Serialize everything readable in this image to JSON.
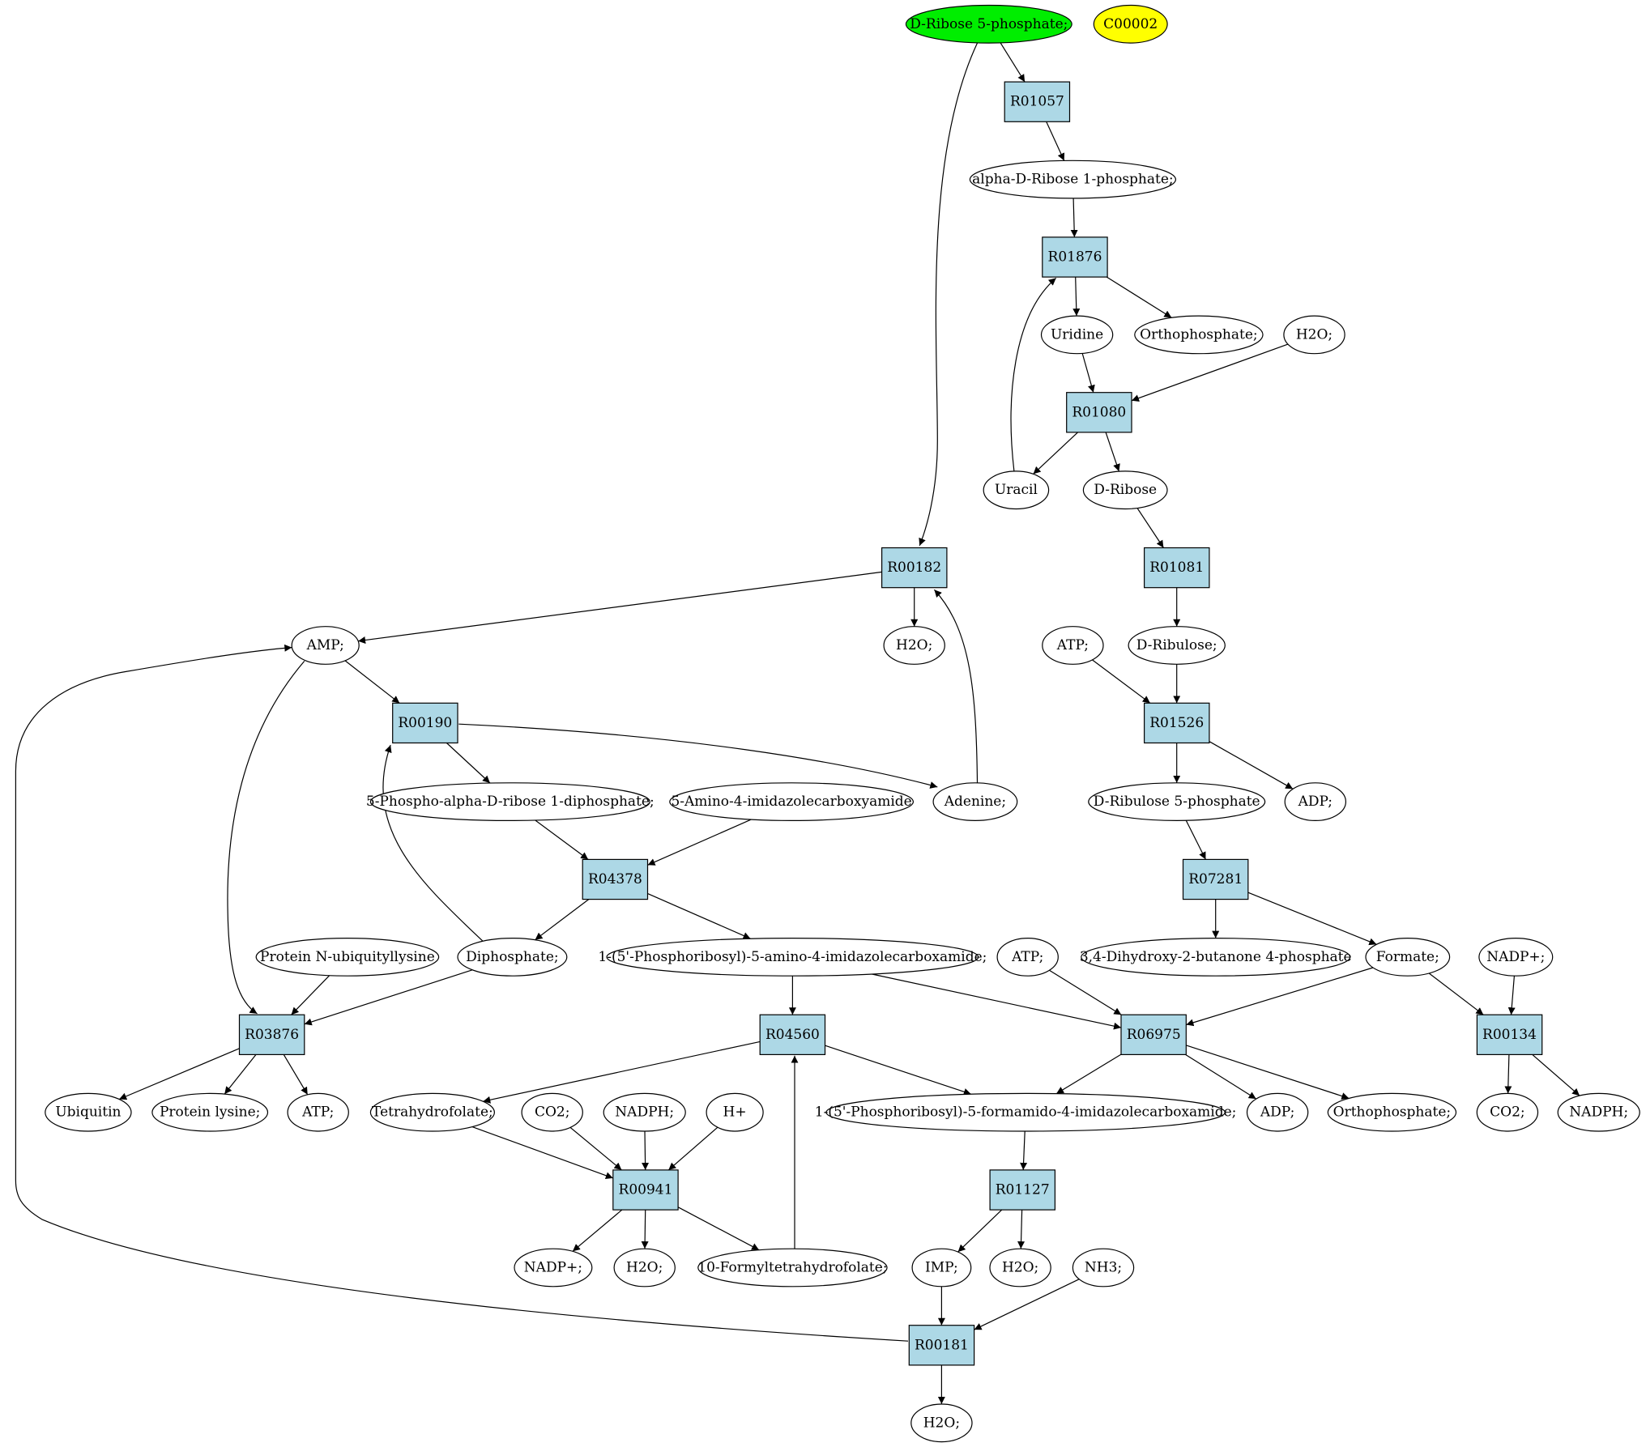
{
  "colors": {
    "reaction_fill": "#add8e6",
    "start_fill": "#00ee00",
    "highlight_fill": "#ffff00",
    "compound_fill": "#ffffff",
    "stroke": "#000000"
  },
  "nodes": {
    "n_start": {
      "label": "D-Ribose 5-phosphate;",
      "kind": "compound",
      "style": "start"
    },
    "n_c00002": {
      "label": "C00002",
      "kind": "compound",
      "style": "highlight"
    },
    "r01057": {
      "label": "R01057",
      "kind": "reaction"
    },
    "n_ar1p": {
      "label": "alpha-D-Ribose 1-phosphate;",
      "kind": "compound"
    },
    "r01876": {
      "label": "R01876",
      "kind": "reaction"
    },
    "n_uridine": {
      "label": "Uridine",
      "kind": "compound"
    },
    "n_ortho1": {
      "label": "Orthophosphate;",
      "kind": "compound"
    },
    "n_h2o_a": {
      "label": "H2O;",
      "kind": "compound"
    },
    "r01080": {
      "label": "R01080",
      "kind": "reaction"
    },
    "n_uracil": {
      "label": "Uracil",
      "kind": "compound"
    },
    "n_dribose": {
      "label": "D-Ribose",
      "kind": "compound"
    },
    "r01081": {
      "label": "R01081",
      "kind": "reaction"
    },
    "n_dribulose": {
      "label": "D-Ribulose;",
      "kind": "compound"
    },
    "n_atp_a": {
      "label": "ATP;",
      "kind": "compound"
    },
    "r01526": {
      "label": "R01526",
      "kind": "reaction"
    },
    "n_dr5p": {
      "label": "D-Ribulose 5-phosphate",
      "kind": "compound"
    },
    "n_adp_a": {
      "label": "ADP;",
      "kind": "compound"
    },
    "r07281": {
      "label": "R07281",
      "kind": "reaction"
    },
    "n_dhbp": {
      "label": "3,4-Dihydroxy-2-butanone 4-phosphate",
      "kind": "compound"
    },
    "n_formate": {
      "label": "Formate;",
      "kind": "compound"
    },
    "n_nadpplus_a": {
      "label": "NADP+;",
      "kind": "compound"
    },
    "r00134": {
      "label": "R00134",
      "kind": "reaction"
    },
    "n_co2_b": {
      "label": "CO2;",
      "kind": "compound"
    },
    "n_nadph_b": {
      "label": "NADPH;",
      "kind": "compound"
    },
    "r00182": {
      "label": "R00182",
      "kind": "reaction"
    },
    "n_h2o_b": {
      "label": "H2O;",
      "kind": "compound"
    },
    "n_amp": {
      "label": "AMP;",
      "kind": "compound"
    },
    "r00190": {
      "label": "R00190",
      "kind": "reaction"
    },
    "n_prpp": {
      "label": "5-Phospho-alpha-D-ribose 1-diphosphate;",
      "kind": "compound"
    },
    "n_aica": {
      "label": "5-Amino-4-imidazolecarboxyamide",
      "kind": "compound"
    },
    "n_adenine": {
      "label": "Adenine;",
      "kind": "compound"
    },
    "r04378": {
      "label": "R04378",
      "kind": "reaction"
    },
    "n_pnu": {
      "label": "Protein N-ubiquityllysine",
      "kind": "compound"
    },
    "n_diphos": {
      "label": "Diphosphate;",
      "kind": "compound"
    },
    "n_aicar": {
      "label": "1-(5'-Phosphoribosyl)-5-amino-4-imidazolecarboxamide;",
      "kind": "compound"
    },
    "n_atp_b": {
      "label": "ATP;",
      "kind": "compound"
    },
    "r03876": {
      "label": "R03876",
      "kind": "reaction"
    },
    "r04560": {
      "label": "R04560",
      "kind": "reaction"
    },
    "r06975": {
      "label": "R06975",
      "kind": "reaction"
    },
    "n_ubiq": {
      "label": "Ubiquitin",
      "kind": "compound"
    },
    "n_plys": {
      "label": "Protein lysine;",
      "kind": "compound"
    },
    "n_atp_c": {
      "label": "ATP;",
      "kind": "compound"
    },
    "n_thf": {
      "label": "Tetrahydrofolate;",
      "kind": "compound"
    },
    "n_co2_a": {
      "label": "CO2;",
      "kind": "compound"
    },
    "n_nadph_a": {
      "label": "NADPH;",
      "kind": "compound"
    },
    "n_hplus": {
      "label": "H+",
      "kind": "compound"
    },
    "n_faicar": {
      "label": "1-(5'-Phosphoribosyl)-5-formamido-4-imidazolecarboxamide;",
      "kind": "compound"
    },
    "n_adp_b": {
      "label": "ADP;",
      "kind": "compound"
    },
    "n_ortho2": {
      "label": "Orthophosphate;",
      "kind": "compound"
    },
    "r00941": {
      "label": "R00941",
      "kind": "reaction"
    },
    "r01127": {
      "label": "R01127",
      "kind": "reaction"
    },
    "n_nadpplus_b": {
      "label": "NADP+;",
      "kind": "compound"
    },
    "n_h2o_c": {
      "label": "H2O;",
      "kind": "compound"
    },
    "n_10fthf": {
      "label": "10-Formyltetrahydrofolate;",
      "kind": "compound"
    },
    "n_imp": {
      "label": "IMP;",
      "kind": "compound"
    },
    "n_h2o_d": {
      "label": "H2O;",
      "kind": "compound"
    },
    "n_nh3": {
      "label": "NH3;",
      "kind": "compound"
    },
    "r00181": {
      "label": "R00181",
      "kind": "reaction"
    },
    "n_h2o_e": {
      "label": "H2O;",
      "kind": "compound"
    }
  },
  "edges": [
    [
      "n_start",
      "r01057"
    ],
    [
      "n_start",
      "r00182"
    ],
    [
      "r01057",
      "n_ar1p"
    ],
    [
      "n_ar1p",
      "r01876"
    ],
    [
      "r01876",
      "n_uridine"
    ],
    [
      "r01876",
      "n_ortho1"
    ],
    [
      "n_uridine",
      "r01080"
    ],
    [
      "n_h2o_a",
      "r01080"
    ],
    [
      "r01080",
      "n_uracil"
    ],
    [
      "r01080",
      "n_dribose"
    ],
    [
      "n_uracil",
      "r01876"
    ],
    [
      "n_dribose",
      "r01081"
    ],
    [
      "r01081",
      "n_dribulose"
    ],
    [
      "n_dribulose",
      "r01526"
    ],
    [
      "n_atp_a",
      "r01526"
    ],
    [
      "r01526",
      "n_dr5p"
    ],
    [
      "r01526",
      "n_adp_a"
    ],
    [
      "n_dr5p",
      "r07281"
    ],
    [
      "r07281",
      "n_dhbp"
    ],
    [
      "r07281",
      "n_formate"
    ],
    [
      "n_formate",
      "r00134"
    ],
    [
      "n_nadpplus_a",
      "r00134"
    ],
    [
      "r00134",
      "n_co2_b"
    ],
    [
      "r00134",
      "n_nadph_b"
    ],
    [
      "r00182",
      "n_h2o_b"
    ],
    [
      "r00182",
      "n_amp"
    ],
    [
      "n_adenine",
      "r00182"
    ],
    [
      "n_amp",
      "r00190"
    ],
    [
      "n_amp",
      "r03876"
    ],
    [
      "r00190",
      "n_prpp"
    ],
    [
      "r00190",
      "n_adenine"
    ],
    [
      "n_diphos",
      "r00190"
    ],
    [
      "n_prpp",
      "r04378"
    ],
    [
      "n_aica",
      "r04378"
    ],
    [
      "r04378",
      "n_diphos"
    ],
    [
      "r04378",
      "n_aicar"
    ],
    [
      "n_pnu",
      "r03876"
    ],
    [
      "n_diphos",
      "r03876"
    ],
    [
      "r03876",
      "n_ubiq"
    ],
    [
      "r03876",
      "n_plys"
    ],
    [
      "r03876",
      "n_atp_c"
    ],
    [
      "n_aicar",
      "r04560"
    ],
    [
      "n_aicar",
      "r06975"
    ],
    [
      "n_atp_b",
      "r06975"
    ],
    [
      "n_formate",
      "r06975"
    ],
    [
      "r04560",
      "n_thf"
    ],
    [
      "r04560",
      "n_faicar"
    ],
    [
      "r06975",
      "n_faicar"
    ],
    [
      "r06975",
      "n_adp_b"
    ],
    [
      "r06975",
      "n_ortho2"
    ],
    [
      "n_thf",
      "r00941"
    ],
    [
      "n_co2_a",
      "r00941"
    ],
    [
      "n_nadph_a",
      "r00941"
    ],
    [
      "n_hplus",
      "r00941"
    ],
    [
      "r00941",
      "n_nadpplus_b"
    ],
    [
      "r00941",
      "n_h2o_c"
    ],
    [
      "r00941",
      "n_10fthf"
    ],
    [
      "n_10fthf",
      "r04560"
    ],
    [
      "n_faicar",
      "r01127"
    ],
    [
      "r01127",
      "n_imp"
    ],
    [
      "r01127",
      "n_h2o_d"
    ],
    [
      "n_imp",
      "r00181"
    ],
    [
      "n_nh3",
      "r00181"
    ],
    [
      "r00181",
      "n_h2o_e"
    ],
    [
      "r00181",
      "n_amp"
    ]
  ]
}
